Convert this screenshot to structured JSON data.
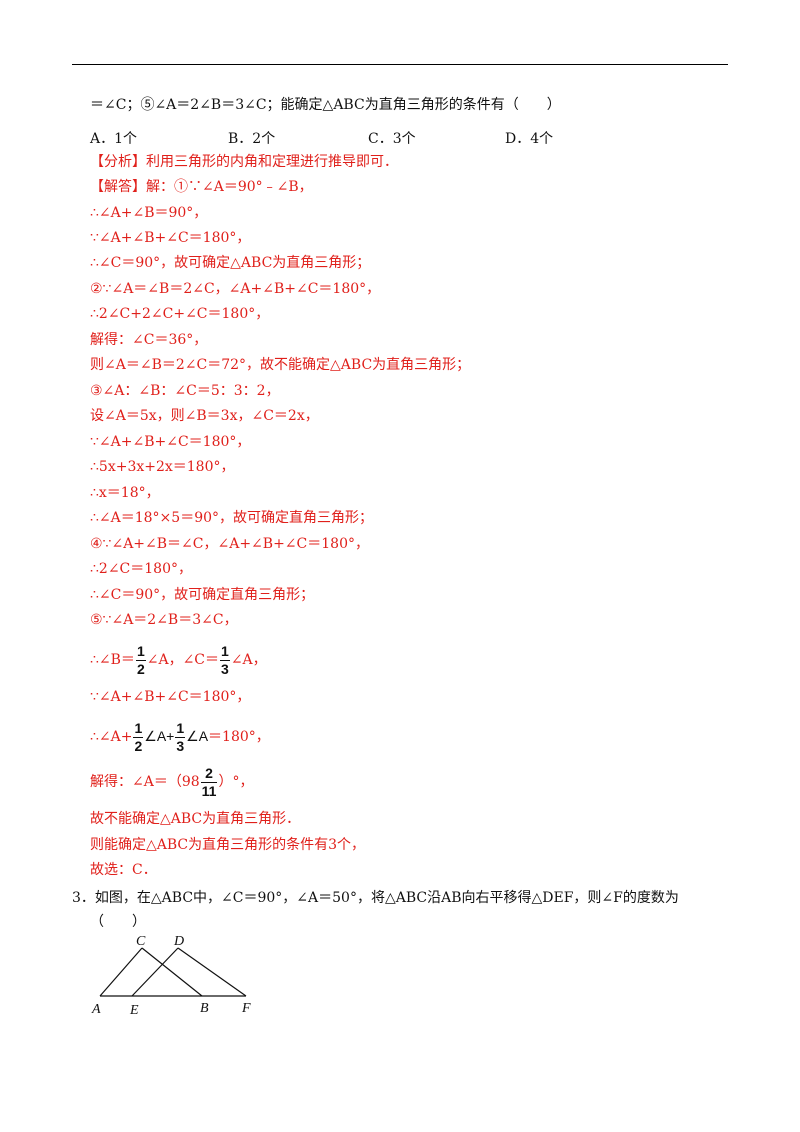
{
  "top_line": "＝∠C；⑤∠A＝2∠B＝3∠C；能确定△ABC为直角三角形的条件有（　　）",
  "options": [
    "A．1个",
    "B．2个",
    "C．3个",
    "D．4个"
  ],
  "analysis": "【分析】利用三角形的内角和定理进行推导即可．",
  "solution": [
    "【解答】解：①∵∠A＝90°﹣∠B，",
    "∴∠A+∠B＝90°，",
    "∵∠A+∠B+∠C＝180°，",
    "∴∠C＝90°，故可确定△ABC为直角三角形；",
    "②∵∠A＝∠B＝2∠C，∠A+∠B+∠C＝180°，",
    "∴2∠C+2∠C+∠C＝180°，",
    "解得：∠C＝36°，",
    "则∠A＝∠B＝2∠C＝72°，故不能确定△ABC为直角三角形；",
    "③∠A：∠B：∠C＝5：3：2，",
    "设∠A＝5x，则∠B＝3x，∠C＝2x，",
    "∵∠A+∠B+∠C＝180°，",
    "∴5x+3x+2x＝180°，",
    "∴x＝18°，",
    "∴∠A＝18°×5＝90°，故可确定直角三角形；",
    "④∵∠A+∠B＝∠C，∠A+∠B+∠C＝180°，",
    "∴2∠C＝180°，",
    "∴∠C＝90°，故可确定直角三角形；",
    "⑤∵∠A＝2∠B＝3∠C，"
  ],
  "frac_line1": {
    "p1": "∴∠B＝",
    "p2": "∠A，∠C＝",
    "p3": "∠A，",
    "f1n": "1",
    "f1d": "2",
    "f2n": "1",
    "f2d": "3"
  },
  "sum_line": "∵∠A+∠B+∠C＝180°，",
  "frac_line2": {
    "p1": "∴∠A+",
    "p2": "∠A+",
    "p3": "∠A",
    "p4": "＝180°，",
    "f1n": "1",
    "f1d": "2",
    "f2n": "1",
    "f2d": "3"
  },
  "result_line": {
    "p1": "解得：∠A＝（98",
    "p2": "）°，",
    "fn": "2",
    "fd": "11"
  },
  "conclusion": [
    "故不能确定△ABC为直角三角形．",
    "则能确定△ABC为直角三角形的条件有3个，",
    "故选：C．"
  ],
  "question3": "3．如图，在△ABC中，∠C＝90°，∠A＝50°，将△ABC沿AB向右平移得△DEF，则∠F的度数为",
  "question3_blank": "（　　）",
  "figure_labels": {
    "A": "A",
    "B": "B",
    "C": "C",
    "D": "D",
    "E": "E",
    "F": "F"
  }
}
